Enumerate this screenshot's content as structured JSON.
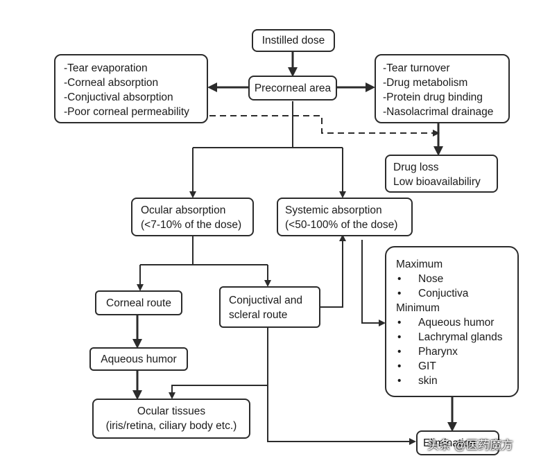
{
  "instilled": "Instilled dose",
  "precorneal": "Precorneal area",
  "left_losses": [
    "-Tear evaporation",
    "-Corneal absorption",
    "-Conjuctival absorption",
    "-Poor corneal permeability"
  ],
  "right_losses": [
    "-Tear turnover",
    "-Drug metabolism",
    "-Protein drug binding",
    "-Nasolacrimal drainage"
  ],
  "drug_loss": [
    "Drug loss",
    "Low bioavailabiliry"
  ],
  "ocular_absorption": [
    "Ocular absorption",
    "(<7-10% of the dose)"
  ],
  "systemic_absorption": [
    "Systemic absorption",
    "(<50-100% of the dose)"
  ],
  "corneal_route": "Corneal route",
  "conj_route": [
    "Conjuctival and",
    "scleral route"
  ],
  "aqueous": "Aqueous humor",
  "ocular_tissues": [
    "Ocular tissues",
    "(iris/retina, ciliary body etc.)"
  ],
  "distribution": {
    "max_label": "Maximum",
    "max_items": [
      "Nose",
      "Conjuctiva"
    ],
    "min_label": "Minimum",
    "min_items": [
      "Aqueous humor",
      "Lachrymal glands",
      "Pharynx",
      "GIT",
      "skin"
    ]
  },
  "elimination": "Elimination",
  "watermark": "头条 @医药魔方"
}
